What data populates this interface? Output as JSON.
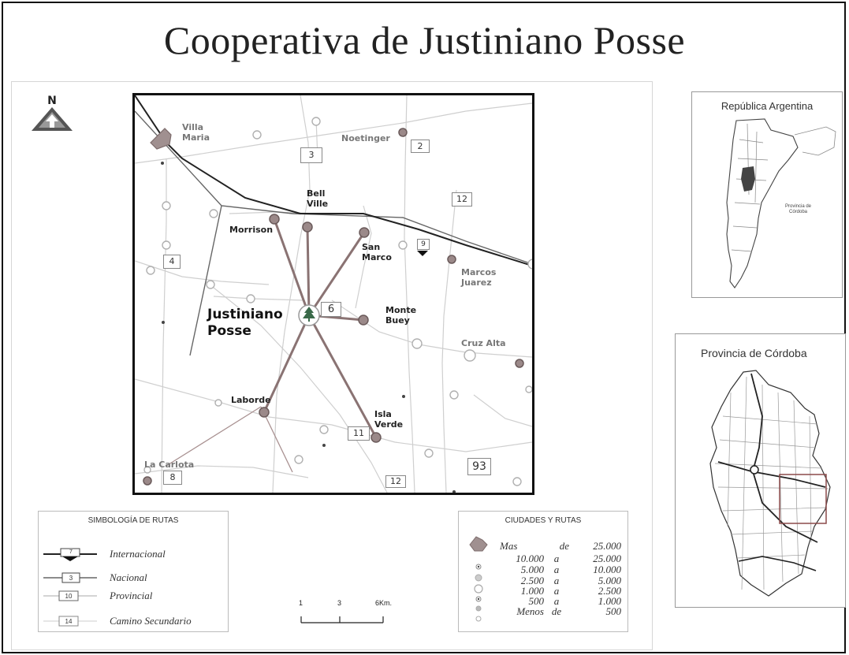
{
  "title": "Cooperativa de Justiniano Posse",
  "north_label": "N",
  "map": {
    "center": "Justiniano\nPosse",
    "cities": {
      "villa_maria": "Villa\nMaria",
      "noetinger": "Noetinger",
      "bell_ville": "Bell\nVille",
      "morrison": "Morrison",
      "san_marco": "San\nMarco",
      "marcos_juarez": "Marcos\nJuarez",
      "monte_buey": "Monte\nBuey",
      "cruz_alta": "Cruz Alta",
      "laborde": "Laborde",
      "isla_verde": "Isla\nVerde",
      "la_carlota": "La Carlota"
    },
    "route_numbers": {
      "r3": "3",
      "r2": "2",
      "r12a": "12",
      "r9": "9",
      "r4": "4",
      "r6": "6",
      "r11": "11",
      "r8": "8",
      "r93": "93",
      "r12b": "12"
    }
  },
  "inset_argentina": {
    "title": "República Argentina",
    "province_label": "Provincia de\nCórdoba"
  },
  "inset_cordoba": {
    "title": "Provincia de Córdoba"
  },
  "legend_routes": {
    "title": "SIMBOLOGÍA DE RUTAS",
    "items": [
      {
        "num": "7",
        "label": "Internacional"
      },
      {
        "num": "3",
        "label": "Nacional"
      },
      {
        "num": "10",
        "label": "Provincial"
      },
      {
        "num": "14",
        "label": "Camino Secundario"
      }
    ]
  },
  "legend_cities": {
    "title": "CIUDADES Y RUTAS",
    "rows": [
      {
        "a": "Mas",
        "b": "de",
        "c": "25.000"
      },
      {
        "a": "10.000",
        "b": "a",
        "c": "25.000"
      },
      {
        "a": "5.000",
        "b": "a",
        "c": "10.000"
      },
      {
        "a": "2.500",
        "b": "a",
        "c": "5.000"
      },
      {
        "a": "1.000",
        "b": "a",
        "c": "2.500"
      },
      {
        "a": "500",
        "b": "a",
        "c": "1.000"
      },
      {
        "a": "Menos",
        "b": "de",
        "c": "500"
      }
    ]
  },
  "scale": {
    "t1": "1",
    "t2": "3",
    "t3": "6Km."
  }
}
